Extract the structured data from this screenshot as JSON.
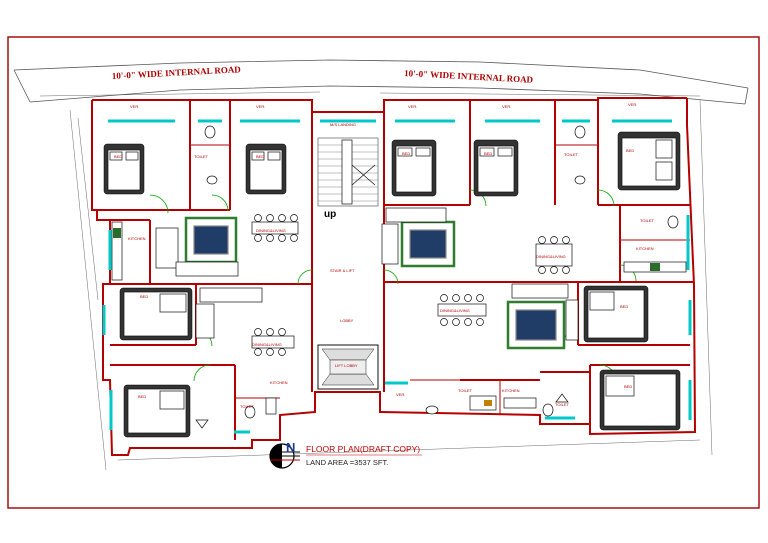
{
  "drawing": {
    "road_left": "10'-0\" WIDE INTERNAL ROAD",
    "road_right": "10'-0\" WIDE INTERNAL ROAD",
    "title": "FLOOR PLAN(DRAFT COPY)",
    "land_area": "LAND AREA =3537 SFT.",
    "north": "N"
  },
  "labels": {
    "up": "up",
    "bed": "BED",
    "toilet": "TOILET",
    "kitchen": "KITCHEN",
    "dining": "DINING&LIVING",
    "verandah": "VER.",
    "lobby": "LOBBY",
    "stair_lift": "STAIR & LIFT",
    "landing": "M/S LANDING",
    "lift_lobby": "LIFT LOBBY"
  },
  "colors": {
    "walls": "#b40000",
    "windows": "#00c8c8",
    "doors": "#00a000",
    "carpet_border": "#2f7d2f",
    "carpet_fill": "#1f3d66",
    "frame": "#a00000"
  }
}
